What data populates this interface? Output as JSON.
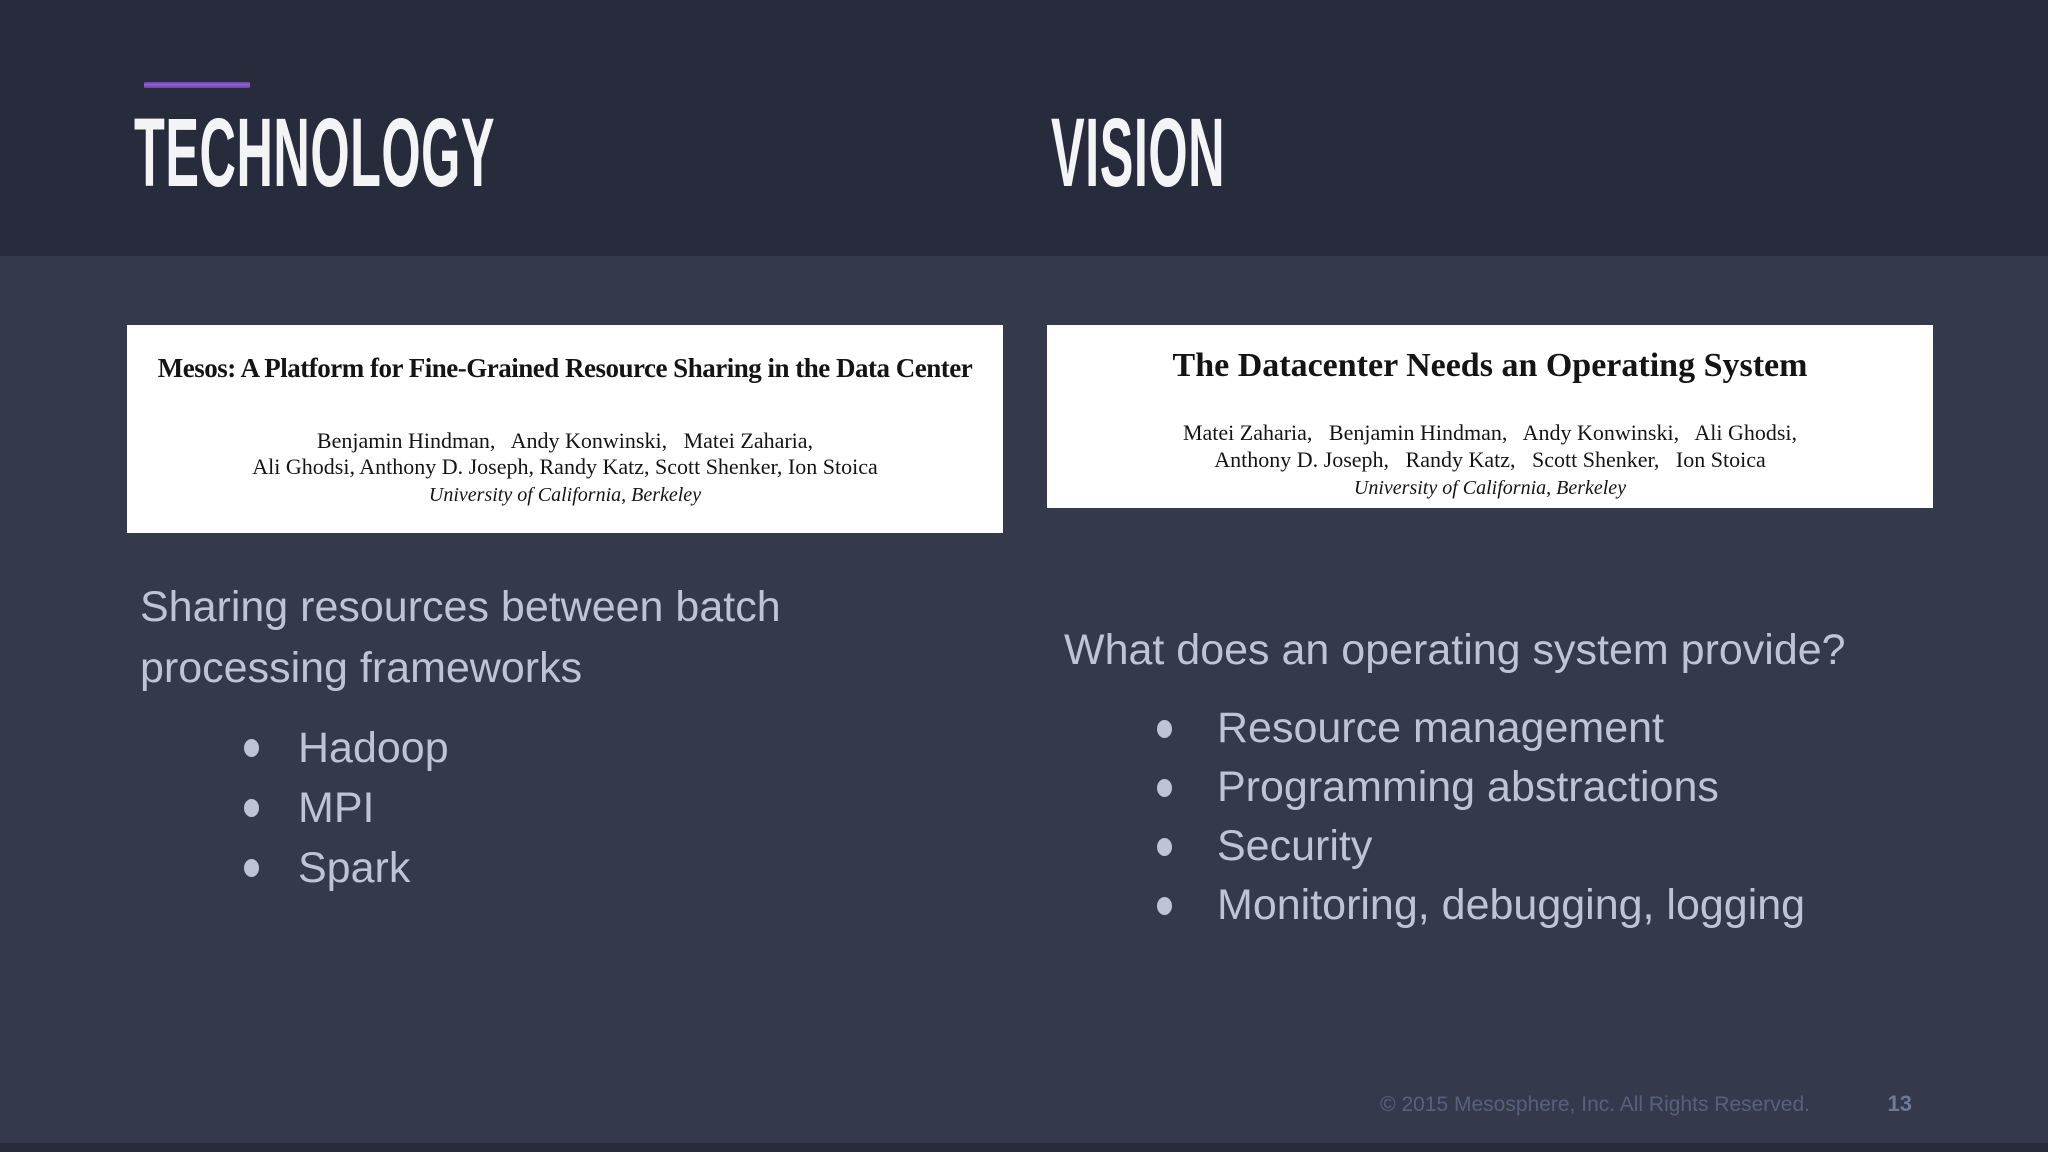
{
  "slide": {
    "header": {
      "technology_title": "TECHNOLOGY",
      "vision_title": "VISION"
    },
    "left_column": {
      "paper_card": {
        "title": "Mesos: A Platform for Fine-Grained Resource Sharing in the Data Center",
        "authors_line1": "Benjamin Hindman,   Andy Konwinski,   Matei Zaharia,",
        "authors_line2": "Ali Ghodsi, Anthony D. Joseph, Randy Katz, Scott Shenker, Ion Stoica",
        "affiliation": "University of California, Berkeley"
      },
      "lead_text": "Sharing resources between batch processing frameworks",
      "bullets": [
        "Hadoop",
        "MPI",
        "Spark"
      ]
    },
    "right_column": {
      "paper_card": {
        "title": "The Datacenter Needs an Operating System",
        "authors_line1": "Matei Zaharia,   Benjamin Hindman,   Andy Konwinski,   Ali Ghodsi,",
        "authors_line2": "Anthony D. Joseph,   Randy Katz,   Scott Shenker,   Ion Stoica",
        "affiliation": "University of California, Berkeley"
      },
      "lead_text": "What does an operating system provide?",
      "bullets": [
        "Resource management",
        "Programming abstractions",
        "Security",
        "Monitoring, debugging, logging"
      ]
    },
    "footer": {
      "copyright": "© 2015 Mesosphere, Inc. All Rights Reserved.",
      "page_number": "13"
    },
    "colors": {
      "header_bg": "#272B3C",
      "body_bg": "#343A4B",
      "accent_purple": "#7E52C8",
      "heading_text": "#F3F4F6",
      "body_text": "#BDC4D3",
      "footer_text": "#59617A",
      "page_number_text": "#6F7991",
      "card_bg": "#FFFFFF",
      "card_text": "#141414"
    }
  }
}
